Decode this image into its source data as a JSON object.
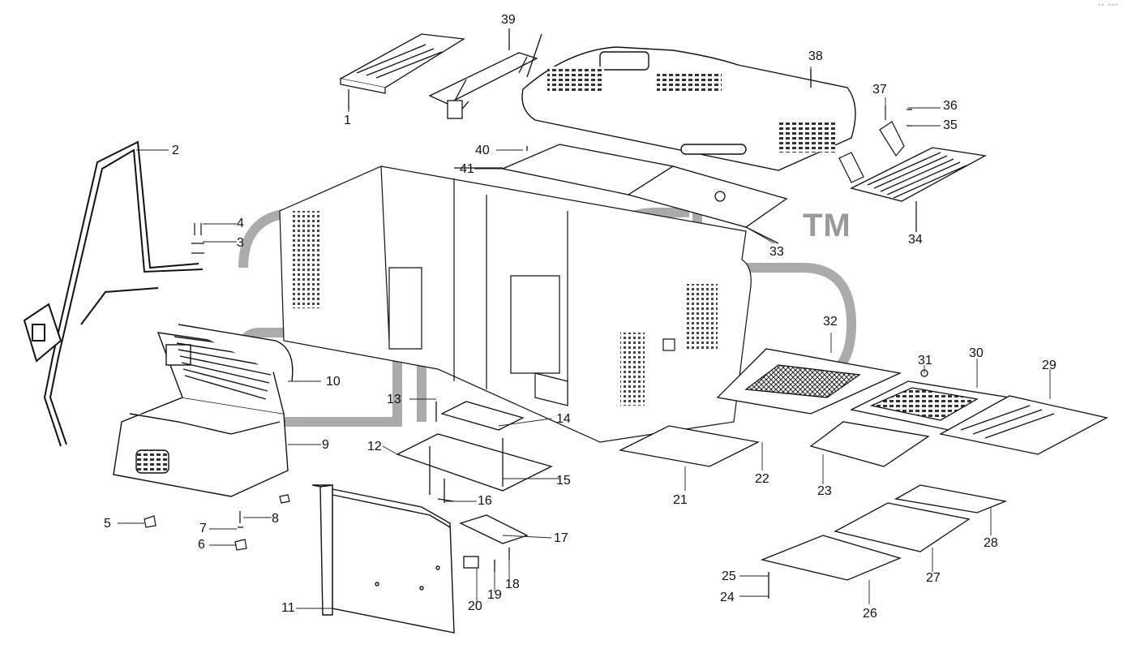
{
  "diagram": {
    "watermark": {
      "trademark": "TM"
    },
    "corner_mark": "°° °°°",
    "callouts": [
      {
        "id": "1",
        "label": "1"
      },
      {
        "id": "2",
        "label": "2"
      },
      {
        "id": "3",
        "label": "3"
      },
      {
        "id": "4",
        "label": "4"
      },
      {
        "id": "5",
        "label": "5"
      },
      {
        "id": "6",
        "label": "6"
      },
      {
        "id": "7",
        "label": "7"
      },
      {
        "id": "8",
        "label": "8"
      },
      {
        "id": "9",
        "label": "9"
      },
      {
        "id": "10",
        "label": "10"
      },
      {
        "id": "11",
        "label": "11"
      },
      {
        "id": "12",
        "label": "12"
      },
      {
        "id": "13",
        "label": "13"
      },
      {
        "id": "14",
        "label": "14"
      },
      {
        "id": "15",
        "label": "15"
      },
      {
        "id": "16",
        "label": "16"
      },
      {
        "id": "17",
        "label": "17"
      },
      {
        "id": "18",
        "label": "18"
      },
      {
        "id": "19",
        "label": "19"
      },
      {
        "id": "20",
        "label": "20"
      },
      {
        "id": "21",
        "label": "21"
      },
      {
        "id": "22",
        "label": "22"
      },
      {
        "id": "23",
        "label": "23"
      },
      {
        "id": "24",
        "label": "24"
      },
      {
        "id": "25",
        "label": "25"
      },
      {
        "id": "26",
        "label": "26"
      },
      {
        "id": "27",
        "label": "27"
      },
      {
        "id": "28",
        "label": "28"
      },
      {
        "id": "29",
        "label": "29"
      },
      {
        "id": "30",
        "label": "30"
      },
      {
        "id": "31",
        "label": "31"
      },
      {
        "id": "32",
        "label": "32"
      },
      {
        "id": "33",
        "label": "33"
      },
      {
        "id": "34",
        "label": "34"
      },
      {
        "id": "35",
        "label": "35"
      },
      {
        "id": "36",
        "label": "36"
      },
      {
        "id": "37",
        "label": "37"
      },
      {
        "id": "38",
        "label": "38"
      },
      {
        "id": "39",
        "label": "39"
      },
      {
        "id": "40",
        "label": "40"
      },
      {
        "id": "41",
        "label": "41"
      }
    ]
  }
}
